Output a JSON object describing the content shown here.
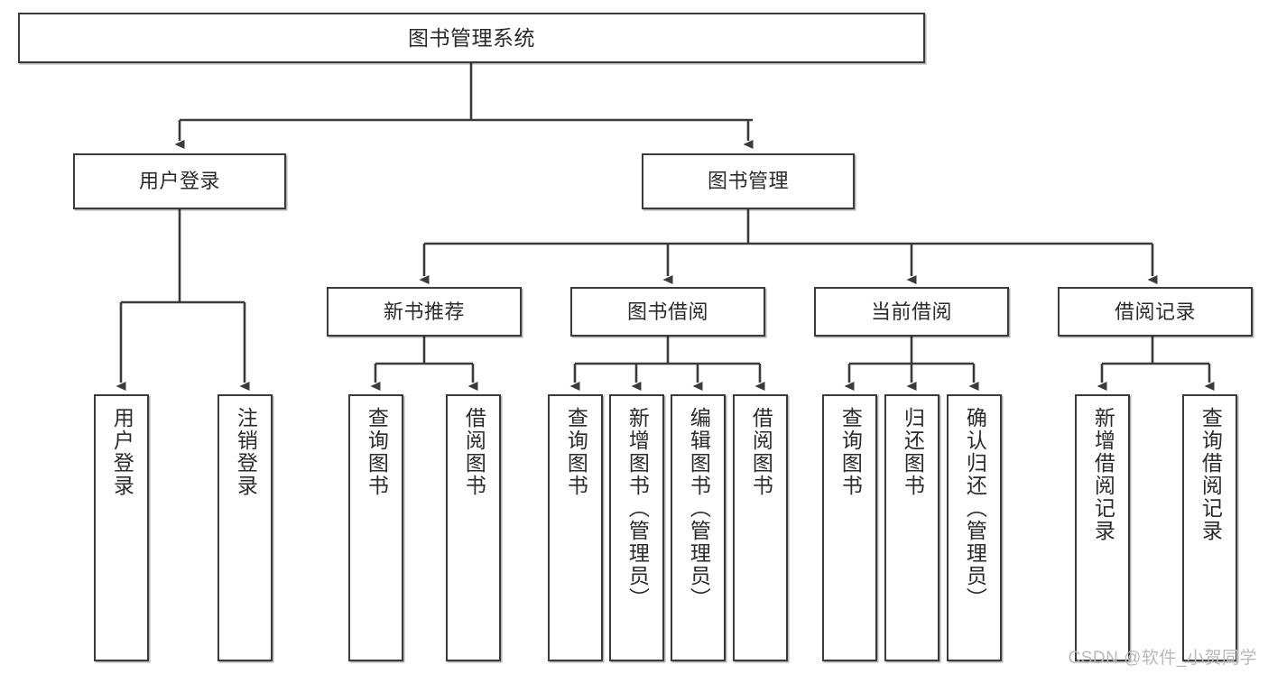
{
  "diagram": {
    "title": "图书管理系统",
    "type": "tree-hierarchy",
    "orientation": "top-down",
    "colors": {
      "node_border": "#3b3b3b",
      "node_fill": "#ffffff",
      "connector": "#3b3b3b",
      "text": "#2b2b2b",
      "watermark": "#b9b9b9",
      "background": "#ffffff"
    }
  },
  "root": {
    "id": "root",
    "label": "图书管理系统"
  },
  "level2": [
    {
      "id": "user-login",
      "label": "用户登录"
    },
    {
      "id": "book-manage",
      "label": "图书管理"
    }
  ],
  "level3": [
    {
      "id": "new-book-rec",
      "label": "新书推荐",
      "parent": "book-manage"
    },
    {
      "id": "book-borrow",
      "label": "图书借阅",
      "parent": "book-manage"
    },
    {
      "id": "current-borrow",
      "label": "当前借阅",
      "parent": "book-manage"
    },
    {
      "id": "borrow-record",
      "label": "借阅记录",
      "parent": "book-manage"
    }
  ],
  "leaves": [
    {
      "id": "leaf-user-login",
      "label": "用户登录",
      "parent": "user-login"
    },
    {
      "id": "leaf-logout",
      "label": "注销登录",
      "parent": "user-login"
    },
    {
      "id": "leaf-rec-query",
      "label": "查询图书",
      "parent": "new-book-rec"
    },
    {
      "id": "leaf-rec-borrow",
      "label": "借阅图书",
      "parent": "new-book-rec"
    },
    {
      "id": "leaf-bb-query",
      "label": "查询图书",
      "parent": "book-borrow"
    },
    {
      "id": "leaf-bb-add",
      "label": "新增图书（管理员）",
      "parent": "book-borrow"
    },
    {
      "id": "leaf-bb-edit",
      "label": "编辑图书（管理员）",
      "parent": "book-borrow"
    },
    {
      "id": "leaf-bb-borrow",
      "label": "借阅图书",
      "parent": "book-borrow"
    },
    {
      "id": "leaf-cb-query",
      "label": "查询图书",
      "parent": "current-borrow"
    },
    {
      "id": "leaf-cb-return",
      "label": "归还图书",
      "parent": "current-borrow"
    },
    {
      "id": "leaf-cb-confirm",
      "label": "确认归还（管理员）",
      "parent": "current-borrow"
    },
    {
      "id": "leaf-br-add",
      "label": "新增借阅记录",
      "parent": "borrow-record"
    },
    {
      "id": "leaf-br-query",
      "label": "查询借阅记录",
      "parent": "borrow-record"
    }
  ],
  "watermark": {
    "text": "CSDN @软件_小贺同学"
  }
}
